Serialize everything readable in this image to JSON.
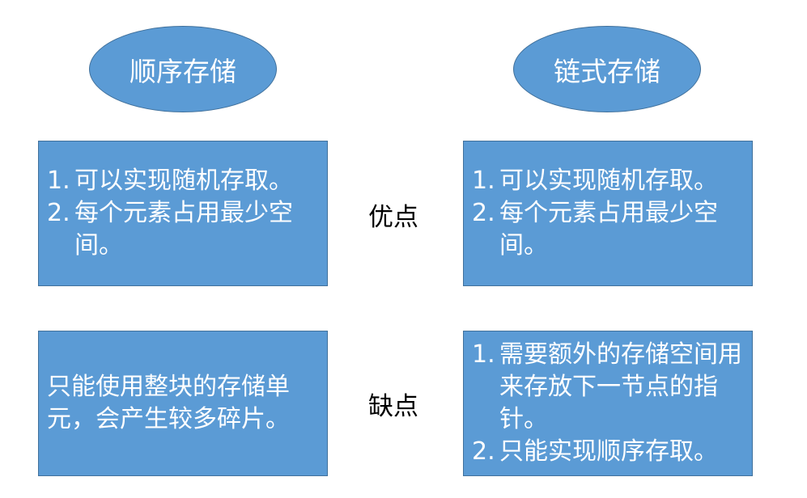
{
  "left": {
    "title": "顺序存储",
    "pros": [
      {
        "num": "1.",
        "text": "可以实现随机存取。"
      },
      {
        "num": "2.",
        "text": "每个元素占用最少空间。"
      }
    ],
    "cons_text": "只能使用整块的存储单元，会产生较多碎片。"
  },
  "right": {
    "title": "链式存储",
    "pros": [
      {
        "num": "1.",
        "text": "可以实现随机存取。"
      },
      {
        "num": "2.",
        "text": "每个元素占用最少空间。"
      }
    ],
    "cons": [
      {
        "num": "1.",
        "text": "需要额外的存储空间用来存放下一节点的指针。"
      },
      {
        "num": "2.",
        "text": "只能实现顺序存取。"
      }
    ]
  },
  "labels": {
    "pros": "优点",
    "cons": "缺点"
  },
  "colors": {
    "fill": "#5b9bd5",
    "border": "#41719c",
    "text_on_fill": "#ffffff"
  }
}
